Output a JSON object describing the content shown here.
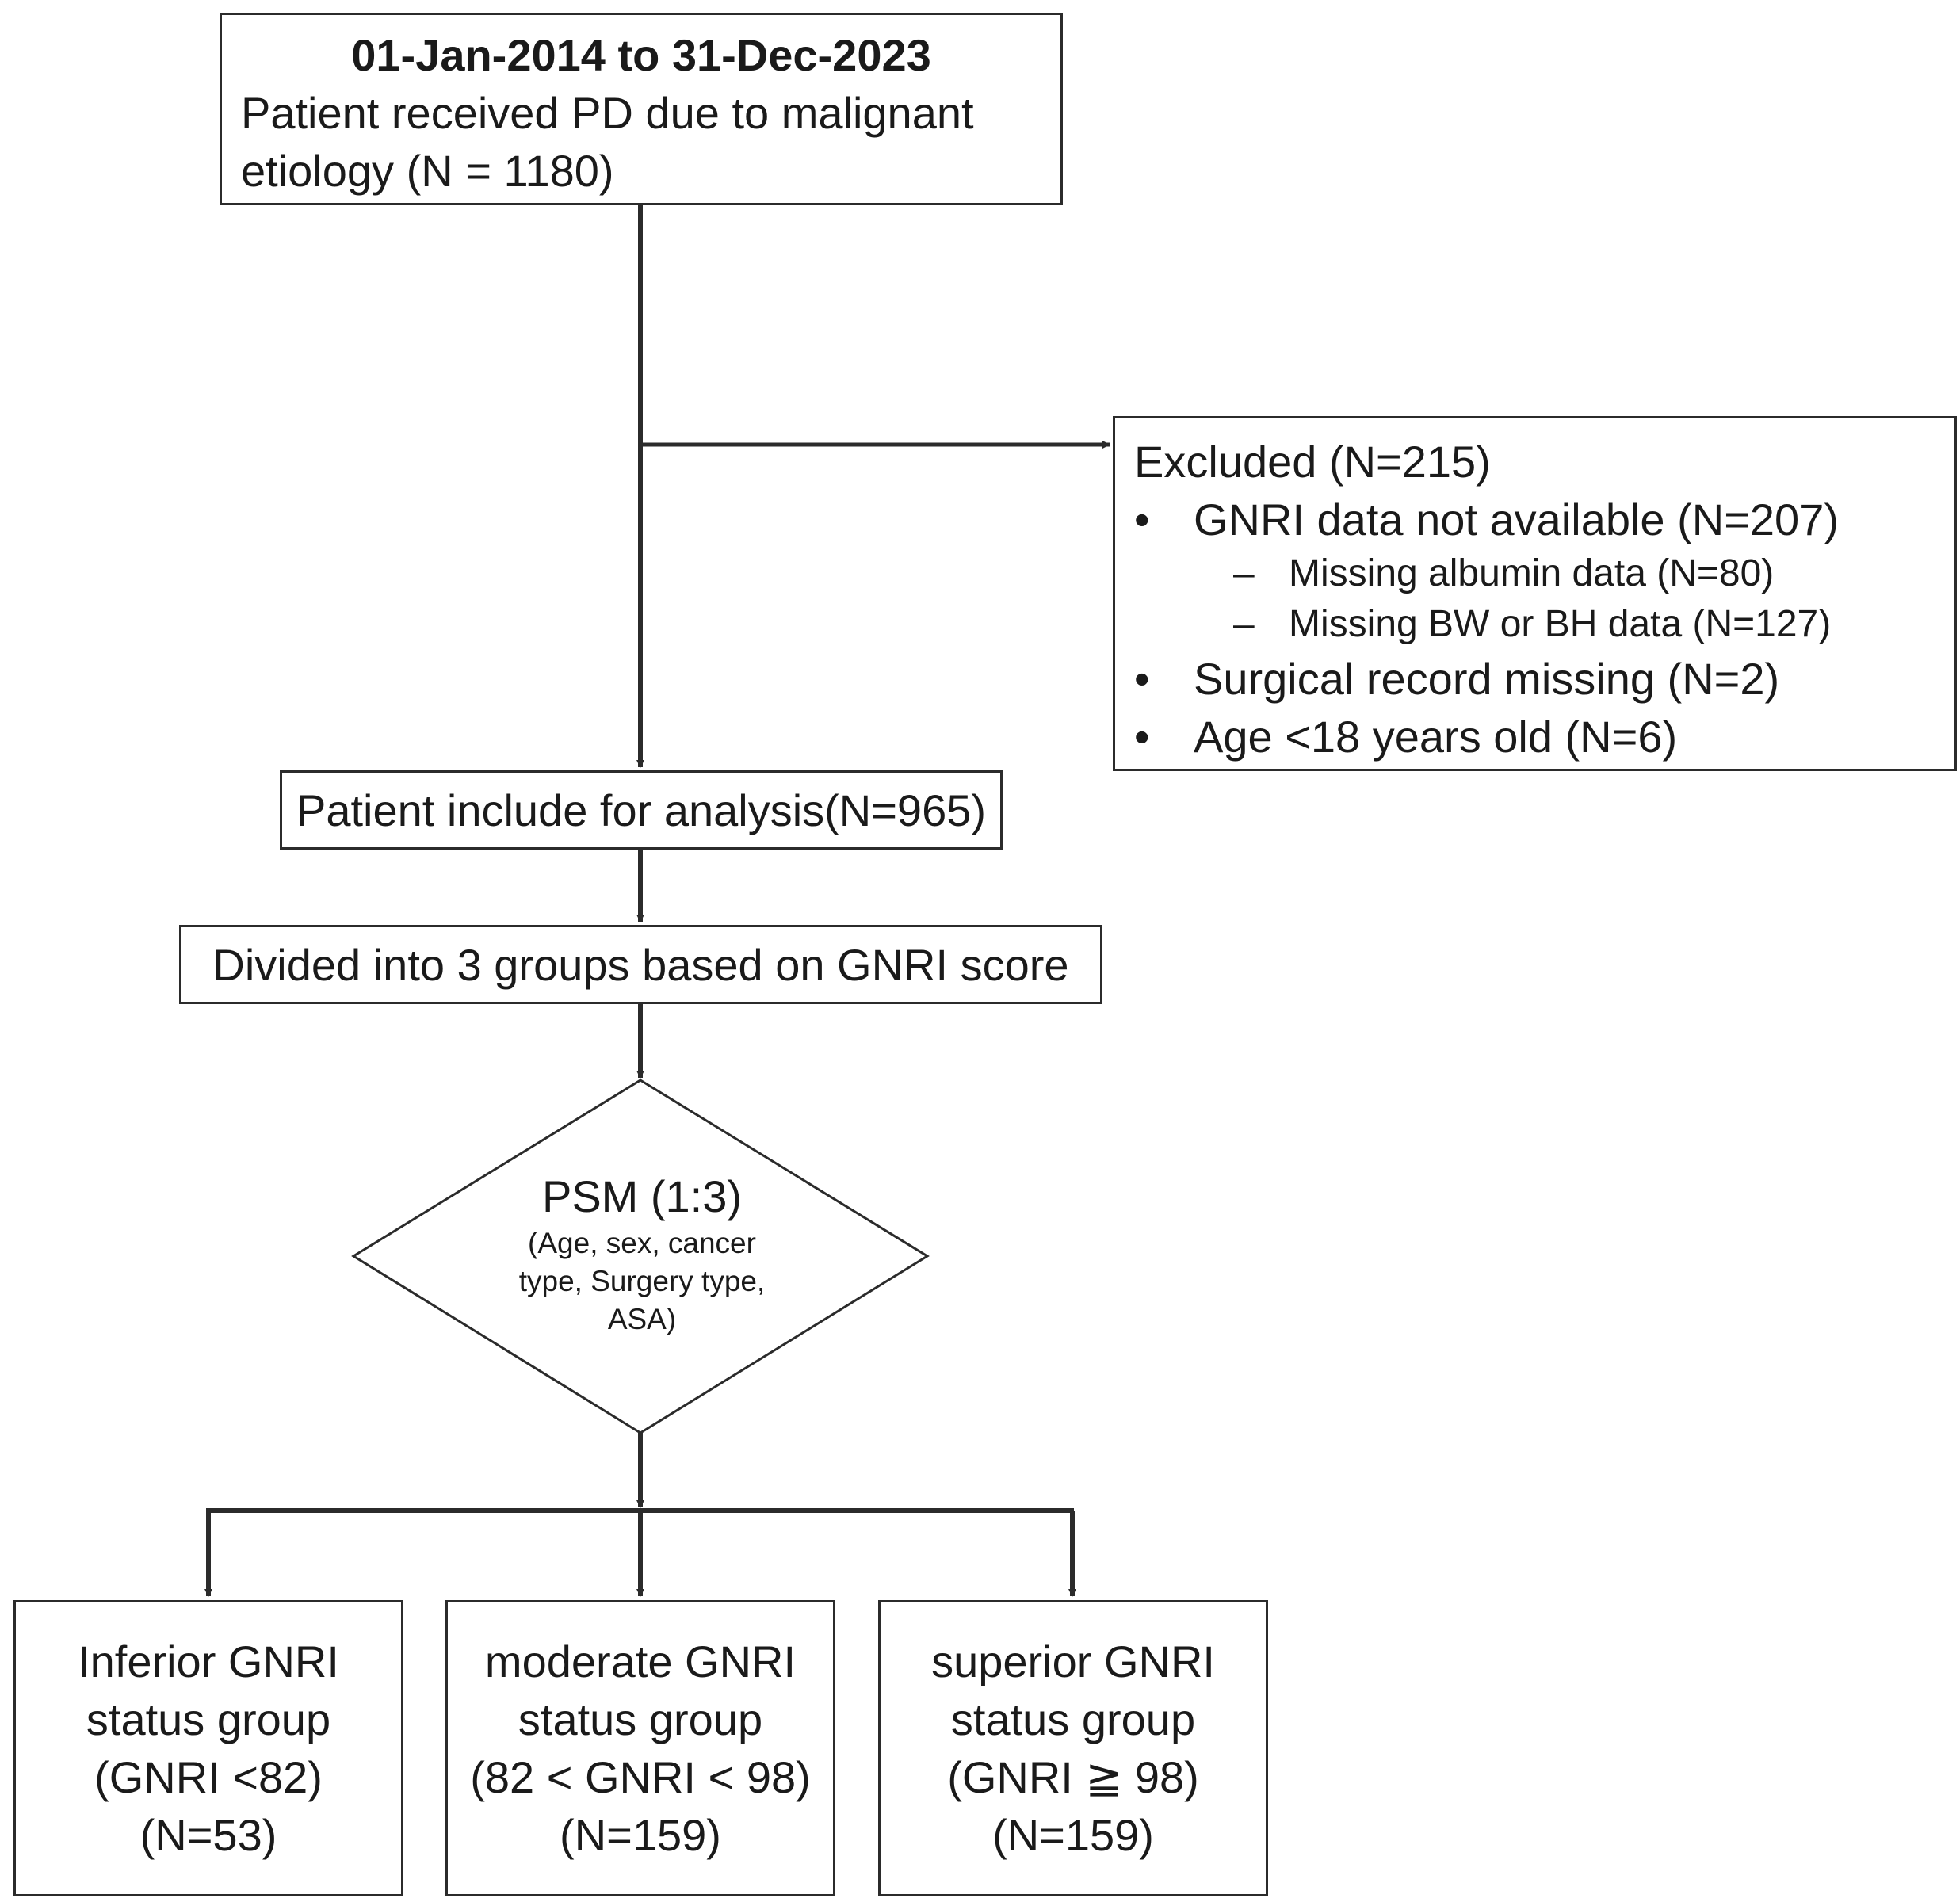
{
  "start": {
    "date_range": "01-Jan-2014 to 31-Dec-2023",
    "line1": "Patient received PD due to malignant",
    "line2": "etiology (N = 1180)"
  },
  "excluded": {
    "title": "Excluded (N=215)",
    "bullet_glyph": "•",
    "dash_glyph": "–",
    "items": [
      {
        "label": "GNRI data not available (N=207)",
        "subitems": [
          "Missing albumin data (N=80)",
          "Missing BW or BH data (N=127)"
        ]
      },
      {
        "label": "Surgical record missing (N=2)"
      },
      {
        "label": "Age <18 years old (N=6)"
      }
    ]
  },
  "included": {
    "label": "Patient include for analysis(N=965)"
  },
  "divided": {
    "label": "Divided into 3 groups based on GNRI score"
  },
  "psm": {
    "title": "PSM (1:3)",
    "sub_lines": [
      "(Age, sex, cancer",
      "type, Surgery type,",
      "ASA)"
    ]
  },
  "groups": [
    {
      "lines": [
        "Inferior GNRI",
        "status group",
        "(GNRI <82)",
        "(N=53)"
      ]
    },
    {
      "lines": [
        "moderate GNRI",
        "status group",
        "(82 < GNRI < 98)",
        "(N=159)"
      ]
    },
    {
      "lines": [
        "superior GNRI",
        "status group",
        "(GNRI ≧ 98)",
        "(N=159)"
      ]
    }
  ],
  "colors": {
    "line": "#2b2b2b",
    "text": "#1a1a1a"
  }
}
